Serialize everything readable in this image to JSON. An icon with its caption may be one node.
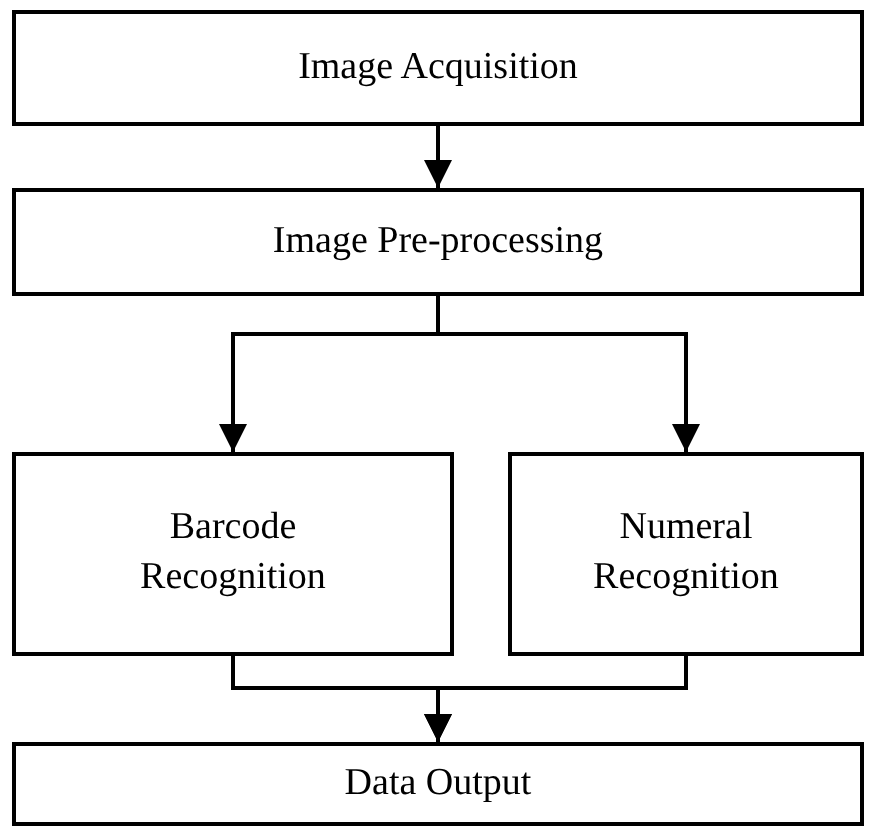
{
  "diagram": {
    "nodes": [
      {
        "text": [
          "Image Acquisition"
        ]
      },
      {
        "text": [
          "Image Pre-processing"
        ]
      },
      {
        "text": [
          "Barcode Recognition"
        ]
      },
      {
        "text": [
          "Numeral Recognition"
        ]
      },
      {
        "text": [
          "Data Output"
        ]
      }
    ],
    "edges": [
      {
        "from": 0,
        "to": 1,
        "arrow": "to"
      },
      {
        "from": 1,
        "to": 2,
        "arrow": "to"
      },
      {
        "from": 1,
        "to": 3,
        "arrow": "to"
      },
      {
        "from": 2,
        "to": 4,
        "arrow": "to"
      },
      {
        "from": 3,
        "to": 4,
        "arrow": "to"
      }
    ]
  }
}
